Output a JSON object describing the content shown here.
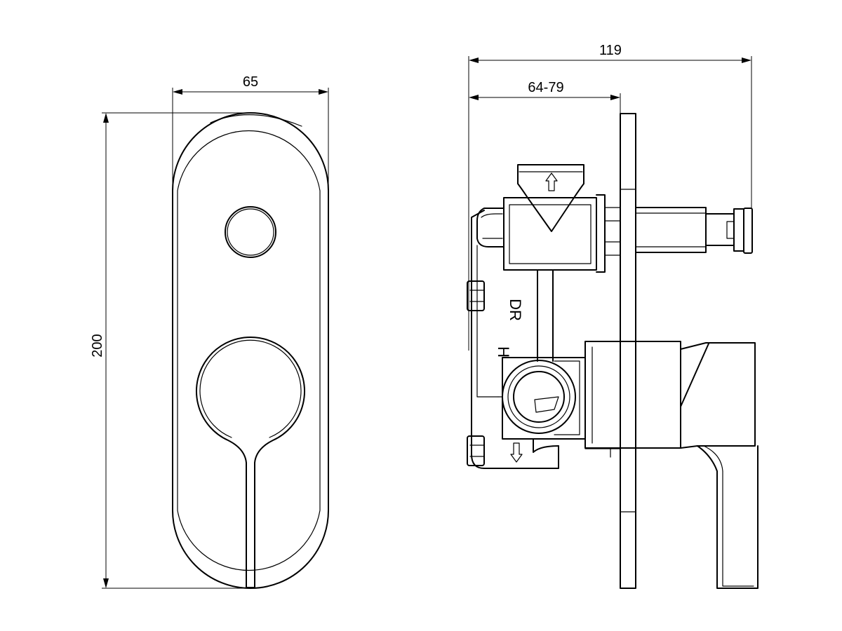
{
  "dimensions": {
    "plate_width": "65",
    "plate_height": "200",
    "overall_depth": "119",
    "wall_depth_range": "64-79"
  },
  "body_markings": {
    "diverter": "DR",
    "hot": "H"
  }
}
